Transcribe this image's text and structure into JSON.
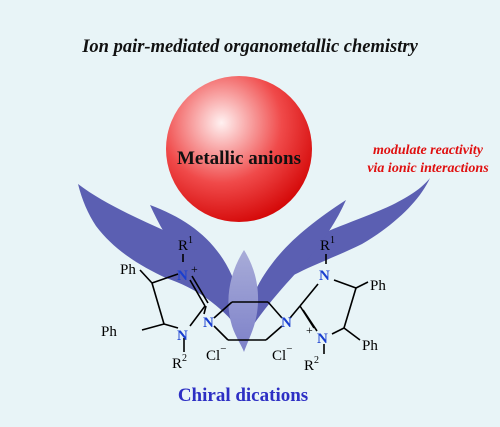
{
  "title": "Ion pair-mediated organometallic chemistry",
  "sphere": {
    "label": "Metallic anions"
  },
  "annotation": {
    "line1": "modulate reactivity",
    "line2": "via ionic interactions"
  },
  "caption": "Chiral dications",
  "colors": {
    "background": "#e8f4f7",
    "title": "#111111",
    "sphere_light": "#fff1f1",
    "sphere_dark": "#d10000",
    "leaves": "#5b5fb2",
    "leaves_center": "#7d81c9",
    "annotation": "#e01010",
    "caption": "#2d2fc4",
    "nitrogen": "#1a3fd0",
    "bond": "#000000"
  },
  "molecule": {
    "left": {
      "ph_top": "Ph",
      "ph_bottom": "Ph",
      "n_top": "N",
      "n_bottom": "N",
      "r_top": "R",
      "r_top_sup": "1",
      "r_bottom": "R",
      "r_bottom_sup": "2",
      "charge": "+",
      "counterion": "Cl",
      "counterion_charge": "−"
    },
    "right": {
      "ph_top": "Ph",
      "ph_bottom": "Ph",
      "n_top": "N",
      "n_bottom": "N",
      "r_top": "R",
      "r_top_sup": "1",
      "r_bottom": "R",
      "r_bottom_sup": "2",
      "charge": "+",
      "counterion": "Cl",
      "counterion_charge": "−"
    },
    "linker_n_left": "N",
    "linker_n_right": "N"
  }
}
